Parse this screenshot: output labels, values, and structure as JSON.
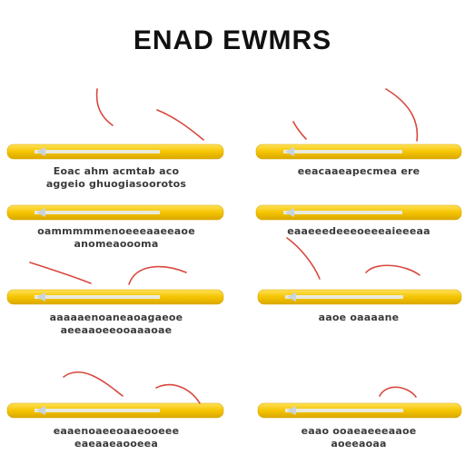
{
  "title": "ENAD EWMRS",
  "colors": {
    "strip_fill": "#f5c400",
    "strip_highlight": "#ffe25a",
    "strip_edge": "#d9a800",
    "thread": "#d8483e",
    "inner_bar": "#e8eef3",
    "text": "#3a3a3a"
  },
  "panels": [
    {
      "lines": [
        "Eoac ahm acmtab aco",
        "aggeio ghuogiasoorotos"
      ]
    },
    {
      "lines": [
        "eeacaaeapecmea ere"
      ]
    },
    {
      "lines": [
        "oammmmmenoeeeaaeeaoe",
        "anomeaoooma"
      ]
    },
    {
      "lines": [
        "eaaeeedeeeoeeeaieeeaa"
      ]
    },
    {
      "lines": [
        "aaaaaenoaneaoagaeoe",
        "aeeaaoeeooaaaoae"
      ]
    },
    {
      "lines": [
        "aaoe oaaaane"
      ]
    },
    {
      "lines": [
        "eaaenoaeeoaaeooeee",
        "eaeaaeaooeea"
      ]
    },
    {
      "lines": [
        "eaao ooaeaeeeaaoe",
        "aoeeaoaa"
      ]
    }
  ]
}
